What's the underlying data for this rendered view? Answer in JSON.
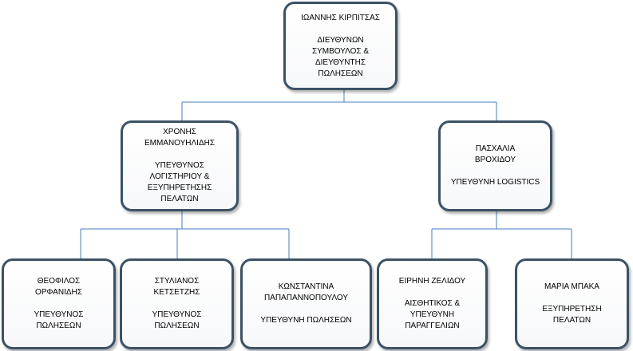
{
  "chart": {
    "colors": {
      "connector": "#4a7ebb",
      "box_border": "#3b5266",
      "box_fill": "#ffffff"
    },
    "root": {
      "name": "ΙΩΑΝΝΗΣ ΚΙΡΠΙΤΣΑΣ",
      "role": "ΔΙΕΥΘΥΝΩΝ\nΣΥΜΒΟΥΛΟΣ &\nΔΙΕΥΘΥΝΤΗΣ\nΠΩΛΗΣΕΩΝ"
    },
    "managers": [
      {
        "name": "ΧΡΟΝΗΣ\nΕΜΜΑΝΟΥΗΛΙΔΗΣ",
        "role": "ΥΠΕΥΘΥΝΟΣ\nΛΟΓΙΣΤΗΡΙΟΥ &\nΕΞΥΠΗΡΕΤΗΣΗΣ\nΠΕΛΑΤΩΝ"
      },
      {
        "name": "ΠΑΣΧΑΛΙΑ\nΒΡΟΧΙΔΟΥ",
        "role": "ΥΠΕΥΘΥΝΗ LOGISTICS"
      }
    ],
    "staff": [
      {
        "name": "ΘΕΟΦΙΛΟΣ\nΟΡΦΑΝΙΔΗΣ",
        "role": "ΥΠΕΥΘΥΝΟΣ\nΠΩΛΗΣΕΩΝ"
      },
      {
        "name": "ΣΤΥΛΙΑΝΟΣ\nΚΕΤΣΕΤΖΗΣ",
        "role": "ΥΠΕΥΘΥΝΟΣ\nΠΩΛΗΣΕΩΝ"
      },
      {
        "name": "ΚΩΝΣΤΑΝΤΙΝΑ\nΠΑΠΑΠΑΝΝΟΠΟΥΛΟΥ",
        "role": "ΥΠΕΥΘΥΝΗ ΠΩΛΗΣΕΩΝ"
      },
      {
        "name": "ΕΙΡΗΝΗ ΖΕΛΙΔΟΥ",
        "role": "ΑΙΣΘΗΤΙΚΟΣ &\nΥΠΕΥΘΥΝΗ\nΠΑΡΑΓΓΕΛΙΩΝ"
      },
      {
        "name": "ΜΑΡΙΑ ΜΠΑΚΑ",
        "role": "ΕΞΥΠΗΡΕΤΗΣΗ\nΠΕΛΑΤΩΝ"
      }
    ]
  }
}
